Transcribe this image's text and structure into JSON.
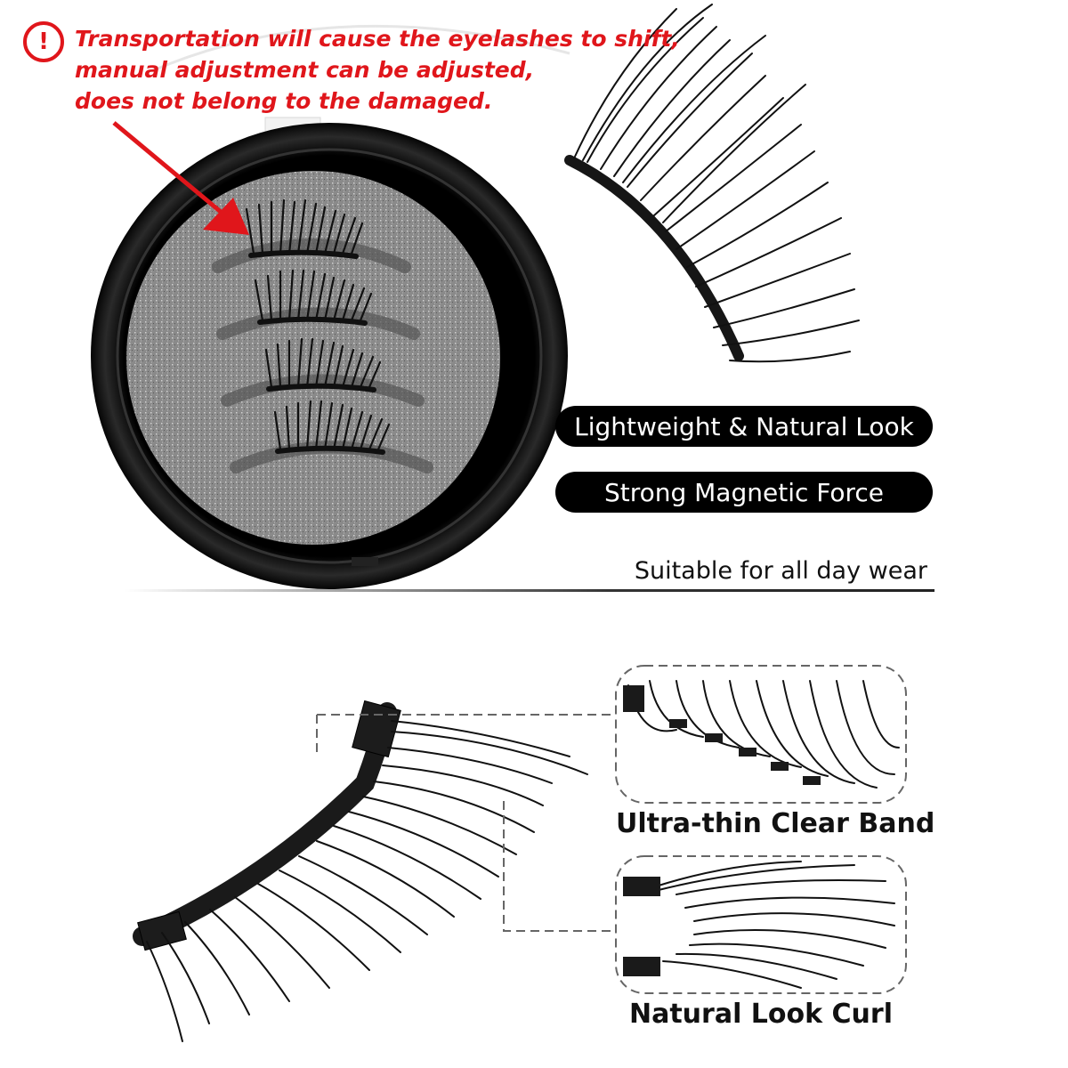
{
  "warning": {
    "icon": "exclamation-icon",
    "lines": [
      "Transportation will cause the eyelashes to shift,",
      "manual adjustment can be adjusted,",
      "does not belong to the damaged."
    ],
    "color": "#e0161b"
  },
  "features": {
    "lightweight": "Lightweight & Natural Look",
    "magnetic": "Strong Magnetic Force",
    "allday": "Suitable for all day wear"
  },
  "details": {
    "band": "Ultra-thin Clear Band",
    "curl": "Natural Look Curl"
  }
}
